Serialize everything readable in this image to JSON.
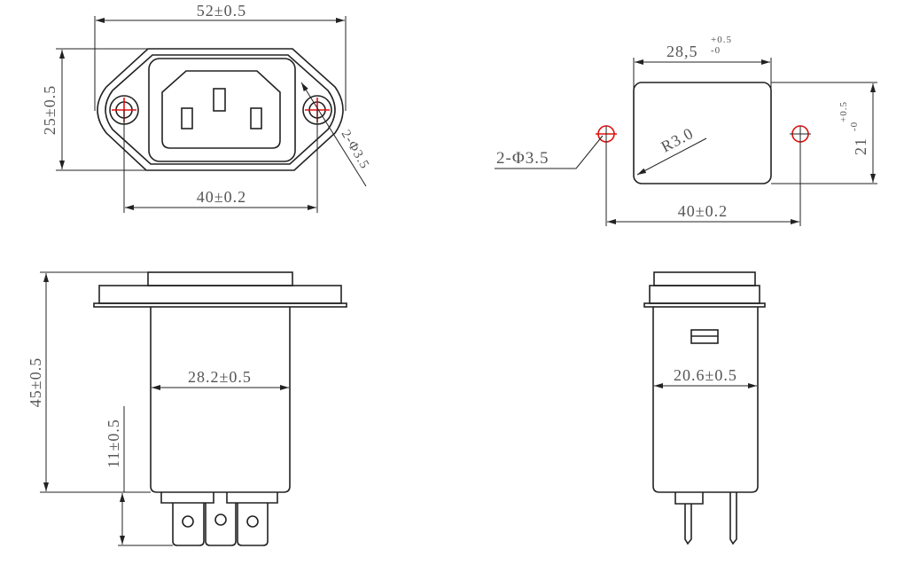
{
  "front_view": {
    "width_dim": "52±0.5",
    "height_dim": "25±0.5",
    "hole_spacing_dim": "40±0.2",
    "hole_dim": "2-Φ3.5"
  },
  "panel_cutout": {
    "width_dim": "28,5",
    "width_tol_upper": "+0.5",
    "width_tol_lower": "-0",
    "height_dim": "21",
    "height_tol_upper": "+0.5",
    "height_tol_lower": "-0",
    "radius_dim": "R3.0",
    "hole_dim": "2-Φ3.5",
    "hole_spacing_dim": "40±0.2"
  },
  "side_view": {
    "height_dim": "45±0.5",
    "body_width_dim": "28.2±0.5",
    "terminal_length_dim": "11±0.5"
  },
  "end_view": {
    "body_width_dim": "20.6±0.5"
  },
  "colors": {
    "line": "#222222",
    "center_mark": "#e01010",
    "text": "#555555"
  }
}
